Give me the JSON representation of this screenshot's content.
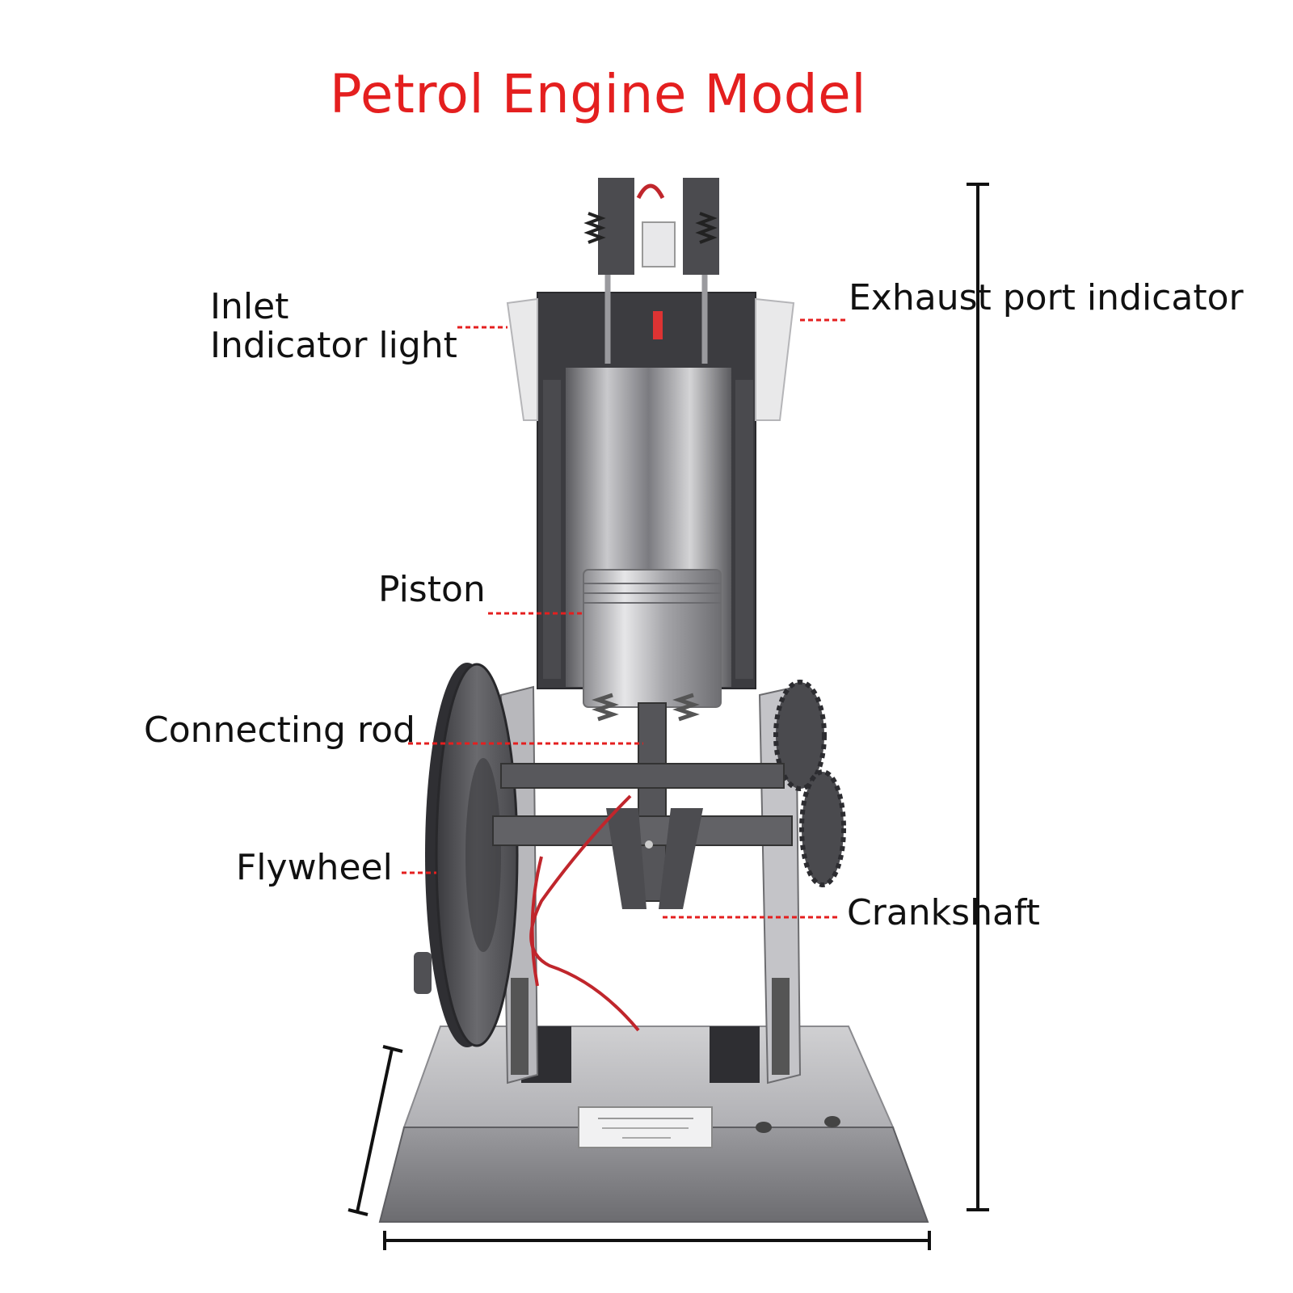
{
  "title": "Petrol Engine Model",
  "labels": {
    "inlet_line1": "Inlet",
    "inlet_line2": "Indicator light",
    "exhaust": "Exhaust port indicator",
    "piston": "Piston",
    "connecting_rod": "Connecting rod",
    "flywheel": "Flywheel",
    "crankshaft": "Crankshaft"
  },
  "colors": {
    "title": "#e41f1f",
    "leader_line": "#e41f1f",
    "dimension_line": "#111111",
    "engine_dark": "#3c3c40",
    "engine_metal": "#a8a8ac",
    "wire": "#c0262c"
  }
}
